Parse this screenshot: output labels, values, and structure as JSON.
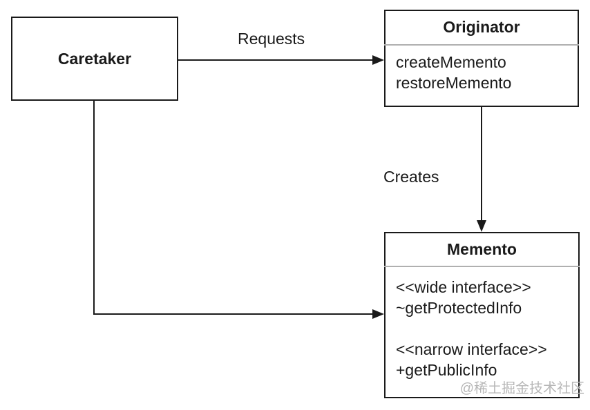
{
  "diagram": {
    "title": "Memento pattern class diagram",
    "colors": {
      "background": "#ffffff",
      "stroke": "#1a1a1a",
      "divider": "#b0b0b0",
      "watermark_text": "#b7b7b7"
    },
    "nodes": {
      "caretaker": {
        "title": "Caretaker"
      },
      "originator": {
        "title": "Originator",
        "methods": [
          "createMemento",
          "restoreMemento"
        ]
      },
      "memento": {
        "title": "Memento",
        "sections": [
          {
            "lines": [
              "<<wide interface>>",
              "~getProtectedInfo"
            ]
          },
          {
            "lines": [
              "<<narrow interface>>",
              "+getPublicInfo"
            ]
          }
        ]
      }
    },
    "edges": {
      "requests": {
        "label": "Requests",
        "from": "Caretaker",
        "to": "Originator"
      },
      "creates": {
        "label": "Creates",
        "from": "Originator",
        "to": "Memento"
      },
      "caretaker_to_memento": {
        "label": "",
        "from": "Caretaker",
        "to": "Memento"
      }
    },
    "watermark": {
      "text": "@稀土掘金技术社区"
    }
  }
}
